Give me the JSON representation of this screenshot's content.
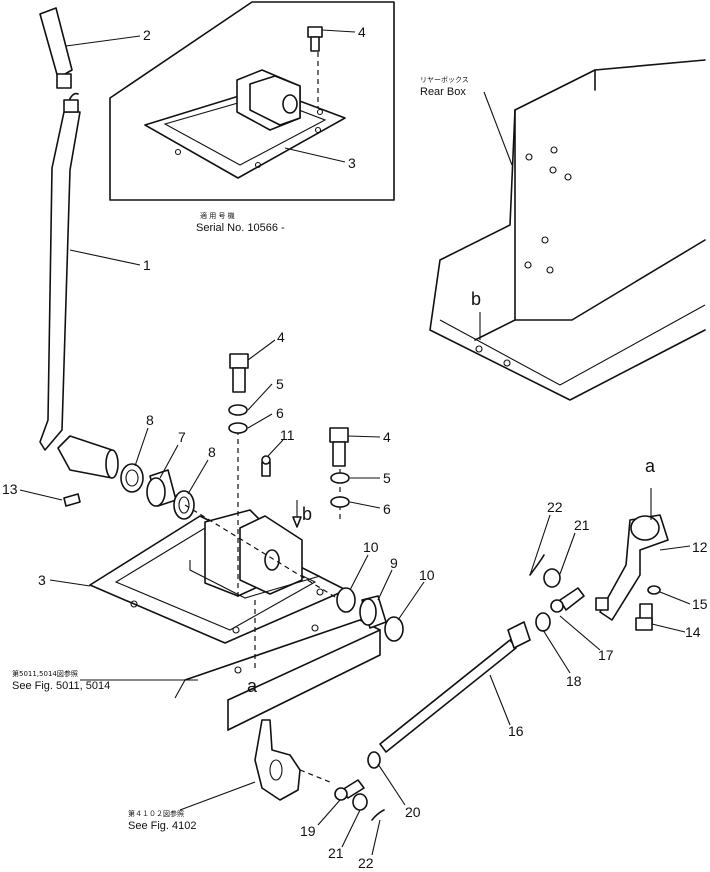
{
  "callouts": [
    {
      "id": "c1",
      "text": "1"
    },
    {
      "id": "c2",
      "text": "2"
    },
    {
      "id": "c3a",
      "text": "3"
    },
    {
      "id": "c3b",
      "text": "3"
    },
    {
      "id": "c4a",
      "text": "4"
    },
    {
      "id": "c4b",
      "text": "4"
    },
    {
      "id": "c4c",
      "text": "4"
    },
    {
      "id": "c5a",
      "text": "5"
    },
    {
      "id": "c5b",
      "text": "5"
    },
    {
      "id": "c6a",
      "text": "6"
    },
    {
      "id": "c6b",
      "text": "6"
    },
    {
      "id": "c7",
      "text": "7"
    },
    {
      "id": "c8a",
      "text": "8"
    },
    {
      "id": "c8b",
      "text": "8"
    },
    {
      "id": "c9",
      "text": "9"
    },
    {
      "id": "c10a",
      "text": "10"
    },
    {
      "id": "c10b",
      "text": "10"
    },
    {
      "id": "c11",
      "text": "11"
    },
    {
      "id": "c12",
      "text": "12"
    },
    {
      "id": "c13",
      "text": "13"
    },
    {
      "id": "c14",
      "text": "14"
    },
    {
      "id": "c15",
      "text": "15"
    },
    {
      "id": "c16",
      "text": "16"
    },
    {
      "id": "c17",
      "text": "17"
    },
    {
      "id": "c18",
      "text": "18"
    },
    {
      "id": "c19",
      "text": "19"
    },
    {
      "id": "c20",
      "text": "20"
    },
    {
      "id": "c21a",
      "text": "21"
    },
    {
      "id": "c21b",
      "text": "21"
    },
    {
      "id": "c22a",
      "text": "22"
    },
    {
      "id": "c22b",
      "text": "22"
    }
  ],
  "markers": {
    "a1": "a",
    "a2": "a",
    "b1": "b",
    "b2": "b"
  },
  "notes": {
    "serial_jp": "適 用 号 機",
    "serial": "Serial No. 10566 -",
    "rearbox_jp": "リヤーボックス",
    "rearbox": "Rear Box",
    "see5011_jp": "第5011,5014図参照",
    "see5011": "See Fig. 5011, 5014",
    "see4102_jp": "第４１０２図参照",
    "see4102": "See Fig. 4102"
  }
}
